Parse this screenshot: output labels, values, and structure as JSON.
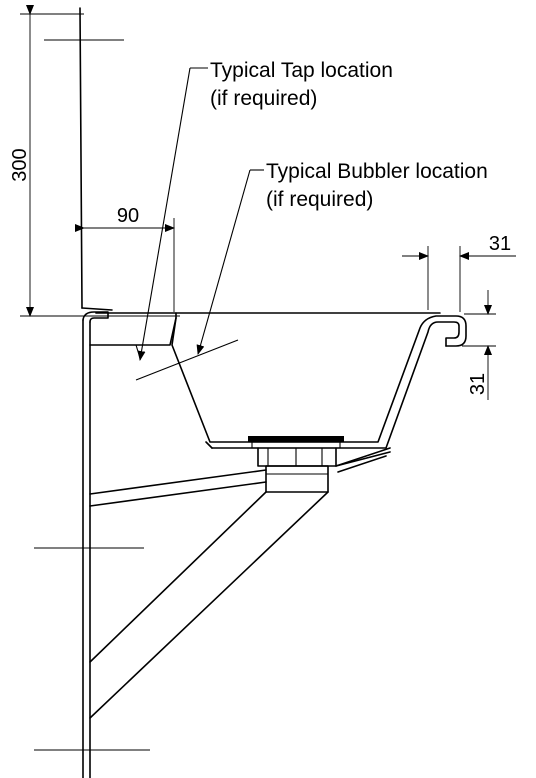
{
  "dimensions": {
    "height_left": "300",
    "tap_offset": "90",
    "rim_width": "31",
    "rim_depth": "31"
  },
  "annotations": {
    "tap_line1": "Typical Tap location",
    "tap_line2": "(if required)",
    "bubbler_line1": "Typical Bubbler location",
    "bubbler_line2": "(if required)"
  }
}
